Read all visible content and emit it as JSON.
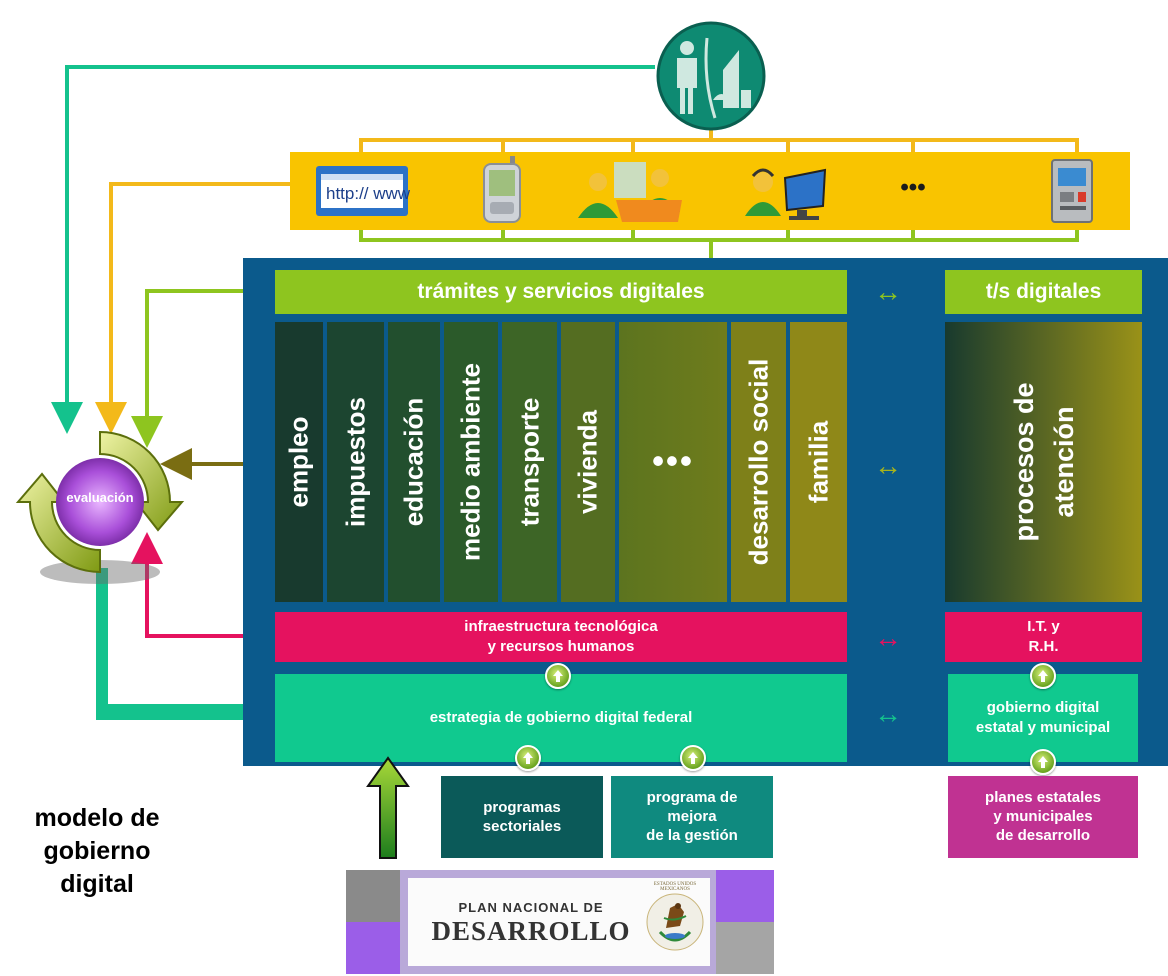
{
  "colors": {
    "panel": "#0b5a8c",
    "channels": "#f9c400",
    "green_bar": "#8ec51f",
    "pink_bar": "#e5125f",
    "teal_bar": "#10c98f",
    "dark_teal_box": "#0b5a59",
    "teal_box": "#0f8a7f",
    "magenta_box": "#c03292",
    "evaluation_center": "#b15be0"
  },
  "top_icon": "citizen-icon",
  "channels": [
    {
      "icon": "web-browser-icon",
      "label": "http:// www"
    },
    {
      "icon": "mobile-phone-icon"
    },
    {
      "icon": "service-counter-icon"
    },
    {
      "icon": "call-center-icon"
    },
    {
      "icon": "more-icon",
      "label": "•••"
    },
    {
      "icon": "kiosk-icon"
    }
  ],
  "services_bar": "trámites y servicios digitales",
  "ts_digitales": "t/s digitales",
  "sectors": [
    "empleo",
    "impuestos",
    "educación",
    "medio ambiente",
    "transporte",
    "vivienda",
    "•••",
    "desarrollo social",
    "familia"
  ],
  "procesos": [
    "procesos de",
    "atención"
  ],
  "infra_bar": [
    "infraestructura tecnológica",
    "y recursos humanos"
  ],
  "it_rh": [
    "I.T. y",
    "R.H."
  ],
  "federal_strategy": "estrategia de gobierno digital federal",
  "state_gov": [
    "gobierno digital",
    "estatal y municipal"
  ],
  "programas_sectoriales": [
    "programas",
    "sectoriales"
  ],
  "programa_mejora": [
    "programa de",
    "mejora",
    "de la gestión"
  ],
  "planes_estatales": [
    "planes estatales",
    "y municipales",
    "de desarrollo"
  ],
  "evaluation": "evaluación",
  "model_title": [
    "modelo de",
    "gobierno",
    "digital"
  ],
  "pnd_logo": {
    "line1": "PLAN NACIONAL DE",
    "line2": "DESARROLLO",
    "seal_text": "ESTADOS UNIDOS MEXICANOS"
  }
}
